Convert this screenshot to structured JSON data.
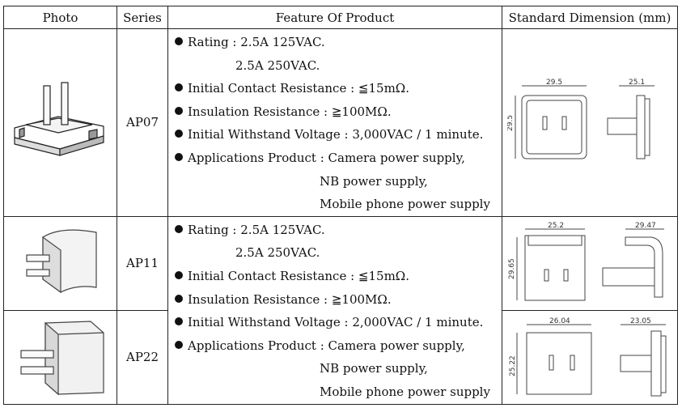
{
  "headers": {
    "photo": "Photo",
    "series": "Series",
    "feature": "Feature Of Product",
    "dimension": "Standard Dimension (mm)"
  },
  "rows": [
    {
      "series": "AP07",
      "dims": {
        "w": "29.5",
        "h": "29.5",
        "side": "25.1"
      }
    },
    {
      "series": "AP11",
      "dims": {
        "w": "25.2",
        "h": "29.65",
        "side": "29.47"
      }
    },
    {
      "series": "AP22",
      "dims": {
        "w": "26.04",
        "h": "25.22",
        "side": "23.05"
      }
    }
  ],
  "features": [
    {
      "rating_label": "Rating : 2.5A 125VAC.",
      "rating_line2": "2.5A 250VAC.",
      "contact": "Initial Contact Resistance : ≦15mΩ.",
      "insulation": "Insulation Resistance : ≧100MΩ.",
      "withstand": "Initial Withstand Voltage : 3,000VAC / 1 minute.",
      "applications": "Applications Product : Camera power supply,",
      "app_line2": "NB power supply,",
      "app_line3": "Mobile phone power supply"
    },
    {
      "rating_label": "Rating : 2.5A 125VAC.",
      "rating_line2": "2.5A 250VAC.",
      "contact": "Initial Contact Resistance : ≦15mΩ.",
      "insulation": "Insulation Resistance : ≧100MΩ.",
      "withstand": "Initial Withstand Voltage : 2,000VAC / 1 minute.",
      "applications": "Applications Product : Camera power supply,",
      "app_line2": "NB power supply,",
      "app_line3": "Mobile phone power supply"
    }
  ]
}
